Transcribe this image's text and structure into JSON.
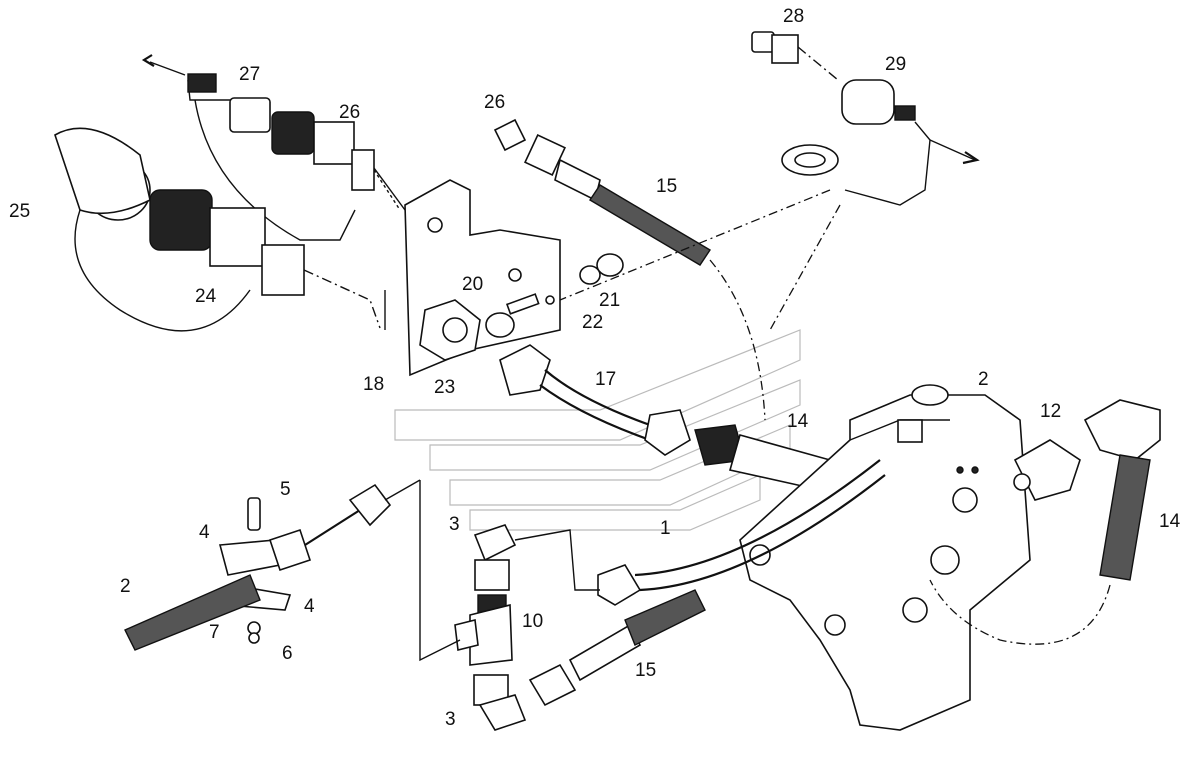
{
  "labels": {
    "l28": "28",
    "l29": "29",
    "l27": "27",
    "l26a": "26",
    "l26b": "26",
    "l25": "25",
    "l24": "24",
    "l15a": "15",
    "l20": "20",
    "l21": "21",
    "l22": "22",
    "l18": "18",
    "l23": "23",
    "l17": "17",
    "l2a": "2",
    "l12": "12",
    "l14a": "14",
    "l14b": "14",
    "l5": "5",
    "l4a": "4",
    "l2b": "2",
    "l4b": "4",
    "l7": "7",
    "l6": "6",
    "l3a": "3",
    "l1": "1",
    "l10": "10",
    "l15b": "15",
    "l3b": "3"
  }
}
